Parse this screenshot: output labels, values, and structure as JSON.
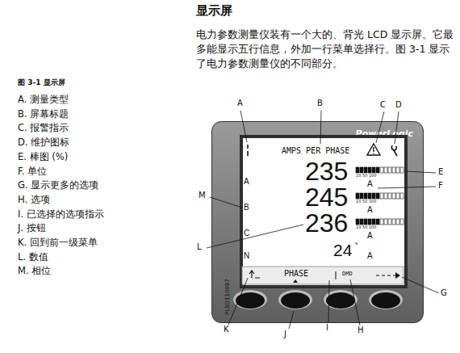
{
  "diagram": {
    "title": "显示屏",
    "caption": "图 3-1 显示屏",
    "nodes": [
      {
        "text": [
          "PowerLogic"
        ]
      },
      {
        "text": [
          "AMPS PER PHASE"
        ],
        "in": 0
      }
    ],
    "labels": [
      "电力参数测量仪装有一个大的、背光 LCD 显示屏。它最多能显示五行信息，外加一行菜单选择行。图 3-1 显示了电力参数测量仪的不同部分。",
      "A. 测量类型",
      "B. 屏幕标题",
      "C. 报警指示",
      "D. 维护图标",
      "E. 棒图 (%)",
      "F. 单位",
      "G. 显示更多的选项",
      "H. 选项",
      "I. 已选择的选项指示",
      "J. 按钮",
      "K. 回到前一级菜单",
      "L. 数值",
      "M. 相位",
      "A",
      "B",
      "C",
      "D",
      "E",
      "F",
      "G",
      "H",
      "I",
      "J",
      "K",
      "L",
      "M",
      "A",
      "235",
      "B",
      "245",
      "C",
      "236",
      "N",
      "24",
      "s",
      "10 50 100",
      "10 50 100",
      "10 50 100",
      "A",
      "A",
      "A",
      "A",
      "PHASE",
      "DMD",
      "PLSD110097"
    ]
  }
}
